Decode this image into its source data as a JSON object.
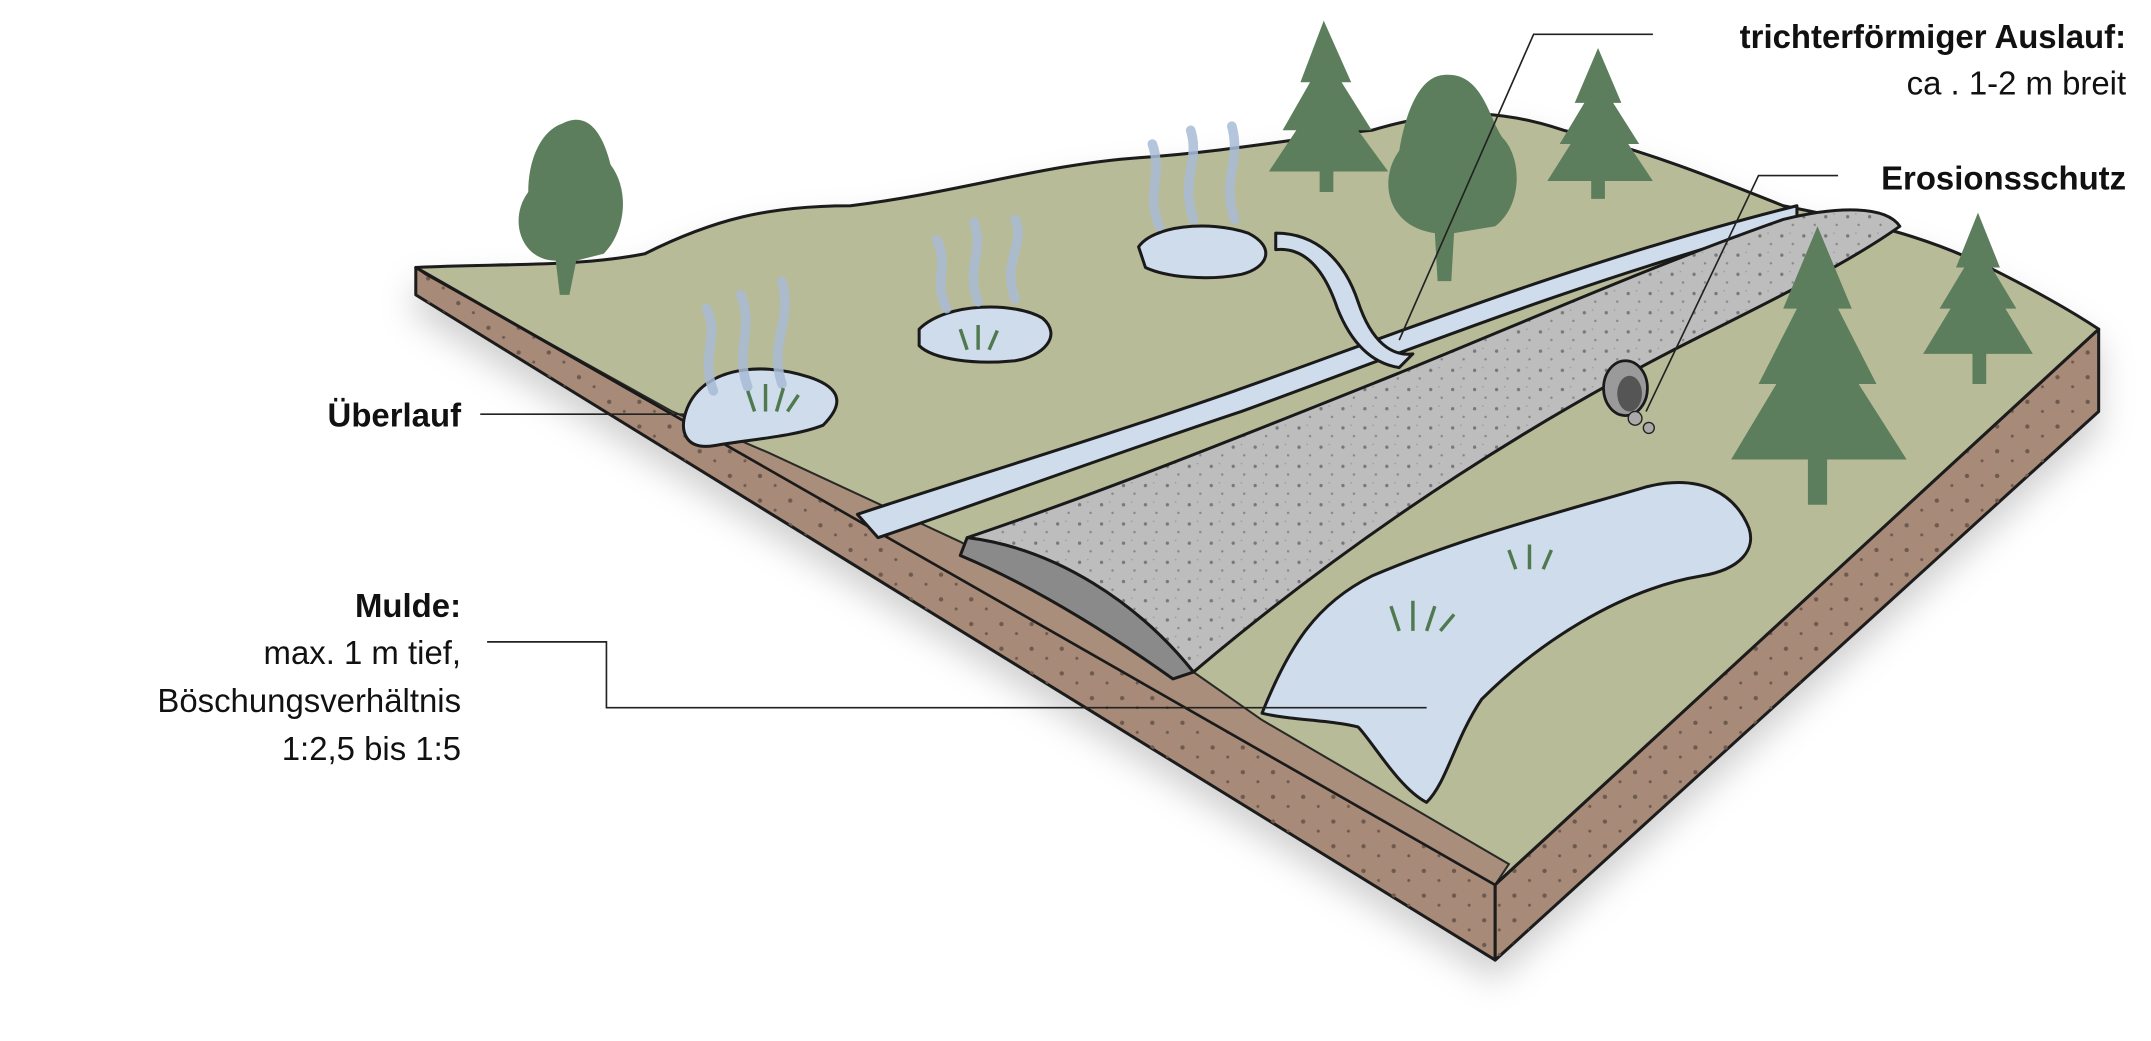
{
  "colors": {
    "grass": "#b7bb98",
    "soil": "#a88a78",
    "water": "#cfdcec",
    "gravel": "#bdbdbd",
    "tree": "#5d7e5d",
    "arrow": "#a9bcd6"
  },
  "labels": {
    "auslauf_title": "trichterförmiger Auslauf:",
    "auslauf_detail": "ca . 1-2 m breit",
    "erosionsschutz": "Erosionsschutz",
    "ueberlauf": "Überlauf",
    "mulde_title": "Mulde:",
    "mulde_line1": "max. 1 m tief,",
    "mulde_line2": "Böschungsverhältnis",
    "mulde_line3": "1:2,5 bis 1:5"
  }
}
